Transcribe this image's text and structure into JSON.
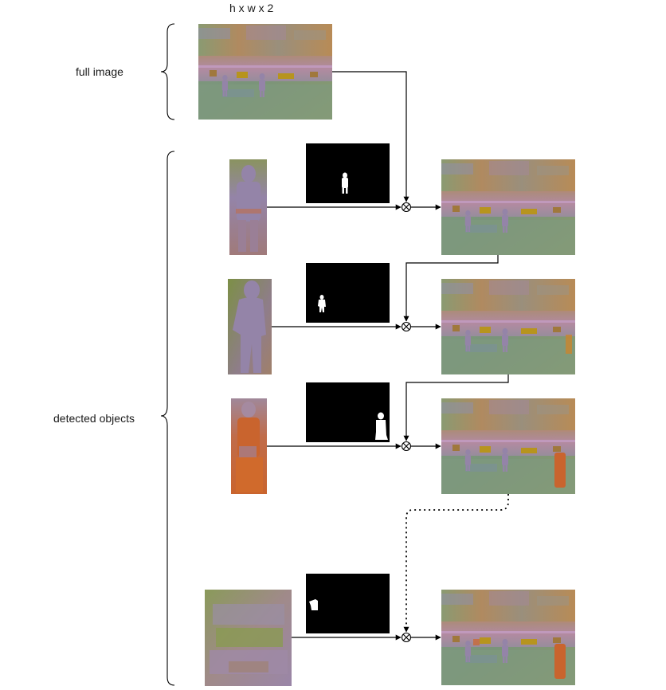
{
  "header_label": "h x w x 2",
  "full_image_label": "full image",
  "detected_objects_label": "detected objects",
  "colors": {
    "bg": "#ffffff",
    "line": "#000000",
    "mask": "#000000",
    "silhouette": "#ffffff",
    "flow_orange": "#b58a5c",
    "flow_pink": "#b889a5",
    "flow_green": "#7b9a78",
    "flow_teal": "#6e8f95",
    "flow_gold": "#b7941e",
    "person_purple": "#9484a8",
    "person_orange": "#c96a37",
    "bg_green": "#7c8f46"
  },
  "icons": {
    "combine": "circled-times-icon",
    "brace": "curly-brace-icon",
    "arrow": "arrowhead-icon"
  }
}
